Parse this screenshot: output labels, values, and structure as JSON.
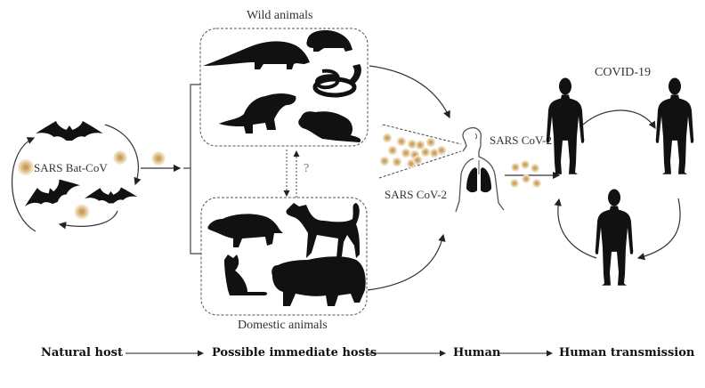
{
  "figure": {
    "groups": {
      "natural_host": {
        "virus_label": "SARS Bat-CoV"
      },
      "wild_animals": {
        "title": "Wild animals",
        "animals": [
          "pangolin-icon",
          "turtle-icon",
          "snake-icon",
          "ferret-badger-icon",
          "civet-icon"
        ]
      },
      "domestic_animals": {
        "title": "Domestic animals",
        "animals": [
          "pig-icon",
          "dog-icon",
          "cat-icon",
          "yak-icon"
        ]
      },
      "question_mark": "?",
      "human": {
        "virus_label_inhaled": "SARS CoV-2",
        "virus_label_emitted": "SARS CoV-2"
      },
      "human_transmission": {
        "title": "COVID-19"
      }
    },
    "stages": [
      {
        "label": "Natural host"
      },
      {
        "label": "Possible immediate hosts"
      },
      {
        "label": "Human"
      },
      {
        "label": "Human transmission"
      }
    ],
    "colors": {
      "silhouette": "#111111",
      "virus_fill": "#e8d3ad",
      "virus_core": "#c9a56b",
      "line": "#333333"
    }
  }
}
